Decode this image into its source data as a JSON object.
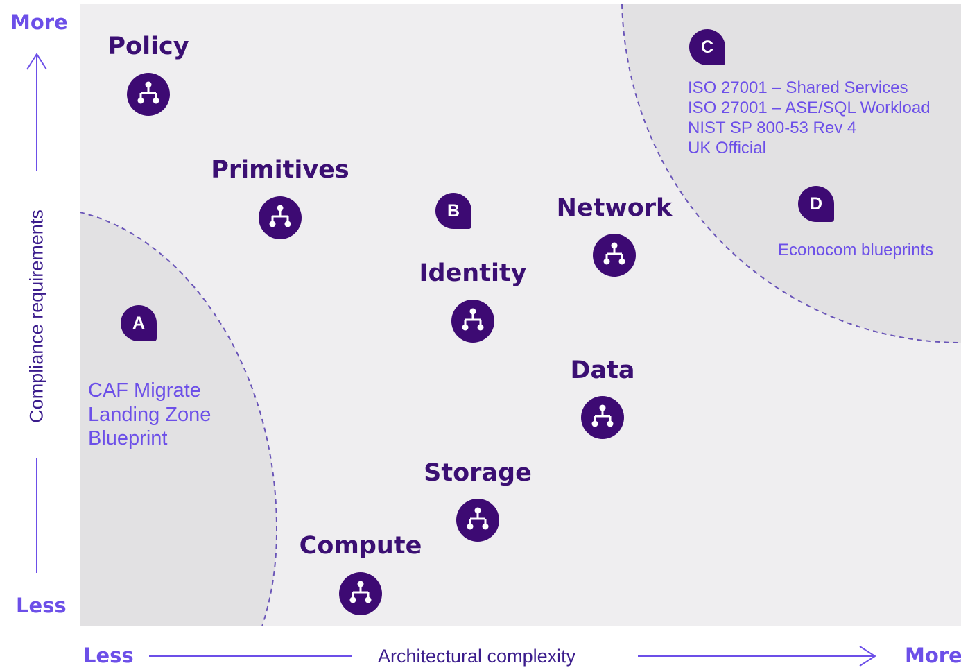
{
  "y_axis": {
    "more": "More",
    "less": "Less",
    "title": "Compliance requirements"
  },
  "x_axis": {
    "less": "Less",
    "more": "More",
    "title": "Architectural complexity"
  },
  "categories": [
    {
      "id": "policy",
      "label": "Policy"
    },
    {
      "id": "primitives",
      "label": "Primitives"
    },
    {
      "id": "network",
      "label": "Network"
    },
    {
      "id": "identity",
      "label": "Identity"
    },
    {
      "id": "data",
      "label": "Data"
    },
    {
      "id": "storage",
      "label": "Storage"
    },
    {
      "id": "compute",
      "label": "Compute"
    }
  ],
  "badges": {
    "a": "A",
    "b": "B",
    "c": "C",
    "d": "D"
  },
  "notes": {
    "a": [
      "CAF Migrate",
      "Landing Zone",
      "Blueprint"
    ],
    "c": [
      "ISO 27001 – Shared Services",
      "ISO 27001 – ASE/SQL Workload",
      "NIST SP 800-53 Rev 4",
      "UK Official"
    ],
    "d": "Econocom blueprints"
  },
  "colors": {
    "accent": "#6c4fe8",
    "node": "#3d0a73",
    "label": "#3b0f73",
    "plot_bg": "#efeef0",
    "zone_bg": "#e2e1e3"
  },
  "icon": "hierarchy-icon"
}
